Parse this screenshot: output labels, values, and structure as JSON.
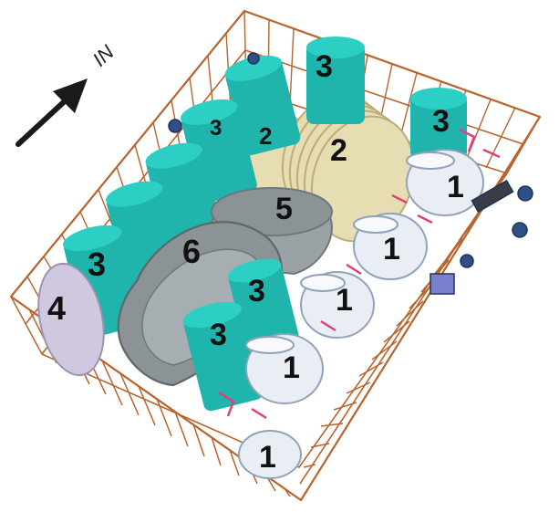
{
  "direction": {
    "label": "IN"
  },
  "labels": {
    "cup_1a": "1",
    "cup_1b": "1",
    "cup_1c": "1",
    "cup_1d": "1",
    "cup_1e": "1",
    "plates_2a": "2",
    "plates_2b": "2",
    "glass_3a": "3",
    "glass_3b": "3",
    "glass_3c": "3",
    "glass_3d": "3",
    "glass_3e": "3",
    "glass_3f": "3",
    "bowl_4": "4",
    "bowl_5": "5",
    "pan_6": "6"
  },
  "colors": {
    "rack": "#b8642d",
    "glass": "#1fb5ac",
    "glass_top": "#2ccfc4",
    "plate": "#e6ddb3",
    "plate_edge": "#b9ad79",
    "cup": "#e9eef5",
    "bowl_4": "#cfc8df",
    "pan": "#8b9397",
    "clip": "#e0407a",
    "fitting": "#2f4f86",
    "arrow": "#1a1a1a"
  }
}
